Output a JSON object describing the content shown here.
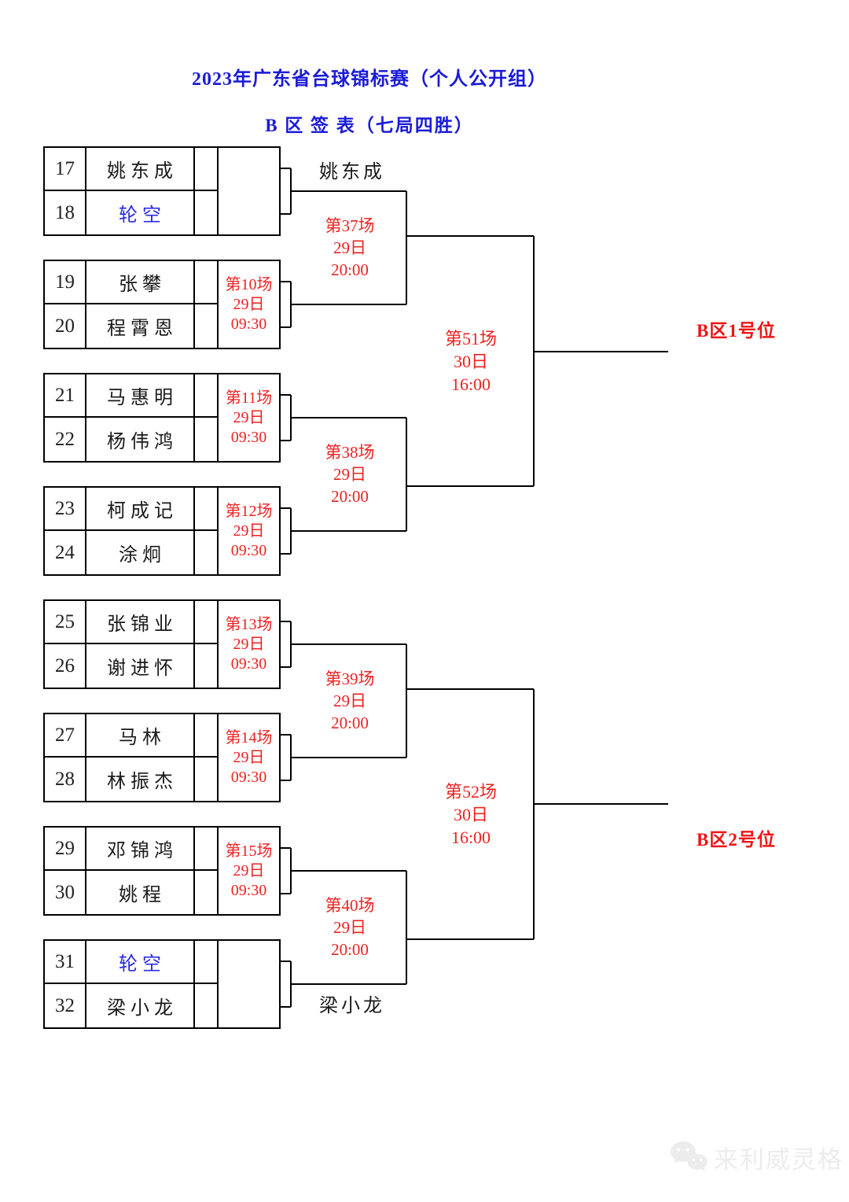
{
  "title": "2023年广东省台球锦标赛（个人公开组）",
  "subtitle": "B 区 签 表（七局四胜）",
  "colors": {
    "title_blue": "#1b1bd8",
    "bye_blue": "#2a2ae0",
    "match_red": "#ee2222",
    "final_red": "#ee1515",
    "line_black": "#000000"
  },
  "blocks": [
    {
      "rows": [
        {
          "seed": "17",
          "name": "姚东成"
        },
        {
          "seed": "18",
          "name": "轮空",
          "bye": true
        }
      ],
      "match": null
    },
    {
      "rows": [
        {
          "seed": "19",
          "name": "张攀"
        },
        {
          "seed": "20",
          "name": "程霄恩"
        }
      ],
      "match": {
        "no": "第10场",
        "date": "29日",
        "time": "09:30"
      }
    },
    {
      "rows": [
        {
          "seed": "21",
          "name": "马惠明"
        },
        {
          "seed": "22",
          "name": "杨伟鸿"
        }
      ],
      "match": {
        "no": "第11场",
        "date": "29日",
        "time": "09:30"
      }
    },
    {
      "rows": [
        {
          "seed": "23",
          "name": "柯成记"
        },
        {
          "seed": "24",
          "name": "涂炯"
        }
      ],
      "match": {
        "no": "第12场",
        "date": "29日",
        "time": "09:30"
      }
    },
    {
      "rows": [
        {
          "seed": "25",
          "name": "张锦业"
        },
        {
          "seed": "26",
          "name": "谢进怀"
        }
      ],
      "match": {
        "no": "第13场",
        "date": "29日",
        "time": "09:30"
      }
    },
    {
      "rows": [
        {
          "seed": "27",
          "name": "马林"
        },
        {
          "seed": "28",
          "name": "林振杰"
        }
      ],
      "match": {
        "no": "第14场",
        "date": "29日",
        "time": "09:30"
      }
    },
    {
      "rows": [
        {
          "seed": "29",
          "name": "邓锦鸿"
        },
        {
          "seed": "30",
          "name": "姚程"
        }
      ],
      "match": {
        "no": "第15场",
        "date": "29日",
        "time": "09:30"
      }
    },
    {
      "rows": [
        {
          "seed": "31",
          "name": "轮空",
          "bye": true
        },
        {
          "seed": "32",
          "name": "梁小龙"
        }
      ],
      "match": null
    }
  ],
  "round2_matches": [
    {
      "no": "第37场",
      "date": "29日",
      "time": "20:00"
    },
    {
      "no": "第38场",
      "date": "29日",
      "time": "20:00"
    },
    {
      "no": "第39场",
      "date": "29日",
      "time": "20:00"
    },
    {
      "no": "第40场",
      "date": "29日",
      "time": "20:00"
    }
  ],
  "round3_matches": [
    {
      "no": "第51场",
      "date": "30日",
      "time": "16:00"
    },
    {
      "no": "第52场",
      "date": "30日",
      "time": "16:00"
    }
  ],
  "advancers": {
    "top": "姚东成",
    "bottom": "梁小龙"
  },
  "finals": {
    "top": "B区1号位",
    "bottom": "B区2号位"
  },
  "watermark": {
    "text": "来利威灵格",
    "icon": "wechat-icon"
  }
}
